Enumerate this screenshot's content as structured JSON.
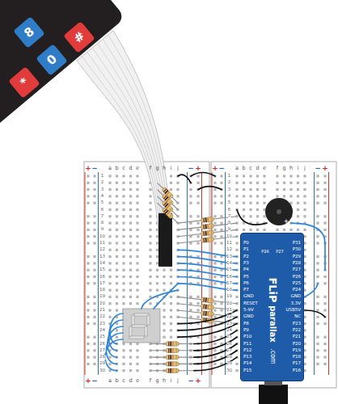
{
  "diagram": {
    "nodes": [
      {
        "text": [
          "8"
        ]
      },
      {
        "text": [
          "#"
        ]
      },
      {
        "text": [
          "0"
        ]
      },
      {
        "text": [
          "*"
        ]
      },
      {
        "text": [
          "FLiP",
          "parallax",
          ".com",
          "P26",
          "P27",
          "P0",
          "P1",
          "P2",
          "P3",
          "P4",
          "P5",
          "P6",
          "P7",
          "GND",
          "RESET",
          "5-9V",
          "GND",
          "P8",
          "P9",
          "P10",
          "P11",
          "P12",
          "P13",
          "P14",
          "P15",
          "P31",
          "P30",
          "P29",
          "P28",
          "P27",
          "P26",
          "P25",
          "P24",
          "GND",
          "3.3V",
          "USB5V",
          "NC",
          "P23",
          "P22",
          "P21",
          "P20",
          "P19",
          "P18",
          "P17",
          "P16"
        ]
      }
    ],
    "labels": [
      "+",
      "−",
      "a",
      "b",
      "c",
      "d",
      "e",
      "f",
      "g",
      "h",
      "i",
      "j",
      "−",
      "+",
      "+",
      "−",
      "a",
      "b",
      "c",
      "d",
      "e",
      "f",
      "g",
      "h",
      "i",
      "j",
      "−",
      "+",
      "1",
      "2",
      "3",
      "4",
      "5",
      "6",
      "7",
      "8",
      "9",
      "10",
      "11",
      "12",
      "13",
      "14",
      "15",
      "16",
      "17",
      "18",
      "19",
      "20",
      "21",
      "22",
      "23",
      "24",
      "25",
      "26",
      "27",
      "28",
      "29",
      "30",
      "1",
      "2",
      "3",
      "4",
      "5",
      "6",
      "7",
      "8",
      "9",
      "10",
      "11",
      "12",
      "13",
      "14",
      "15",
      "16",
      "17",
      "18",
      "19",
      "20",
      "21",
      "22",
      "23",
      "24",
      "25",
      "26",
      "27",
      "28",
      "29",
      "30",
      "+",
      "−",
      "a",
      "b",
      "c",
      "d",
      "e",
      "f",
      "g",
      "h",
      "i",
      "j",
      "−",
      "+",
      "+"
    ]
  }
}
